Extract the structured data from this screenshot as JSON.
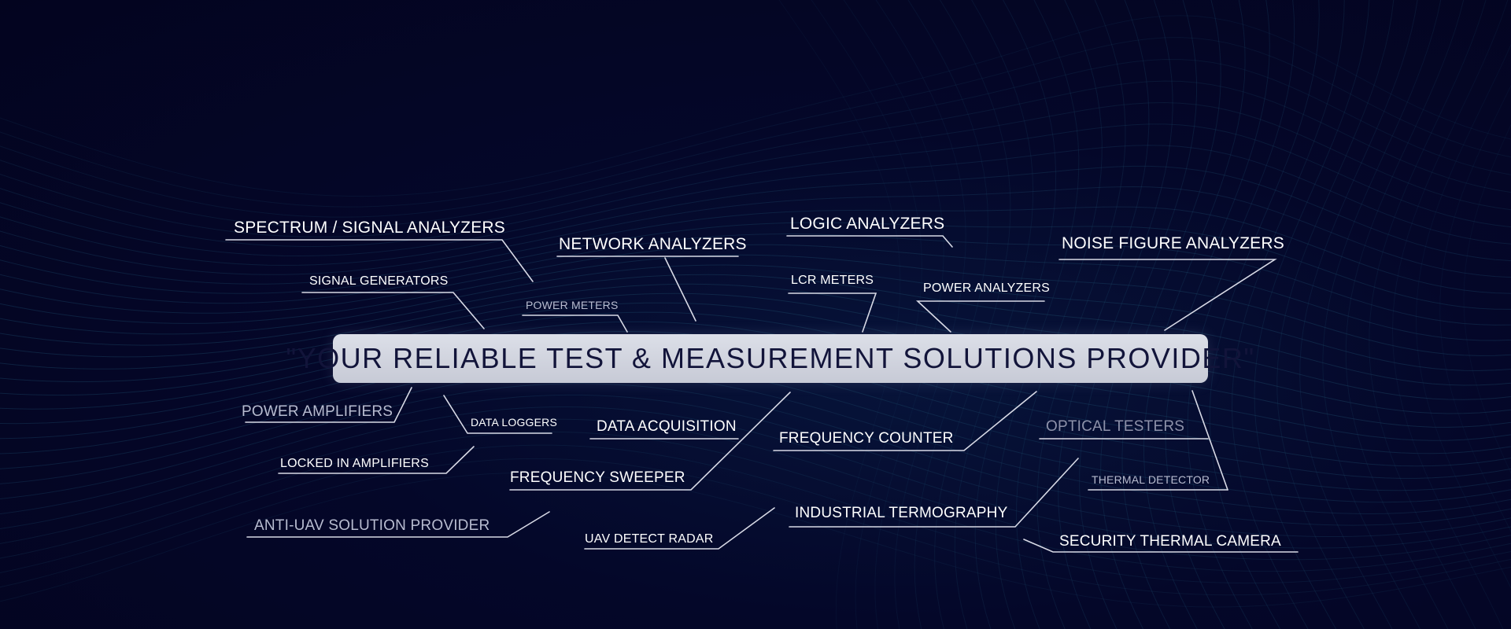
{
  "banner": {
    "text": "\"YOUR RELIABLE TEST & MEASUREMENT SOLUTIONS PROVIDER\""
  },
  "labels": {
    "spectrum_signal_analyzers": "SPECTRUM / SIGNAL ANALYZERS",
    "network_analyzers": "NETWORK ANALYZERS",
    "logic_analyzers": "LOGIC ANALYZERS",
    "noise_figure_analyzers": "NOISE FIGURE ANALYZERS",
    "signal_generators": "SIGNAL GENERATORS",
    "power_meters": "POWER METERS",
    "lcr_meters": "LCR METERS",
    "power_analyzers": "POWER ANALYZERS",
    "power_amplifiers": "POWER AMPLIFIERS",
    "data_loggers": "DATA LOGGERS",
    "data_acquisition": "DATA ACQUISITION",
    "frequency_counter": "FREQUENCY COUNTER",
    "optical_testers": "OPTICAL TESTERS",
    "locked_in_amplifiers": "LOCKED IN AMPLIFIERS",
    "frequency_sweeper": "FREQUENCY SWEEPER",
    "thermal_detector": "THERMAL DETECTOR",
    "anti_uav_solution_provider": "ANTI-UAV SOLUTION PROVIDER",
    "uav_detect_radar": "UAV DETECT RADAR",
    "industrial_termography": "INDUSTRIAL TERMOGRAPHY",
    "security_thermal_camera": "SECURITY THERMAL CAMERA"
  },
  "colors": {
    "background": "#03041f",
    "wave_line": "#1d4a6a",
    "connector_line": "#d8dae6",
    "banner_fill": "#d3d6e0",
    "banner_text": "#12143a"
  }
}
